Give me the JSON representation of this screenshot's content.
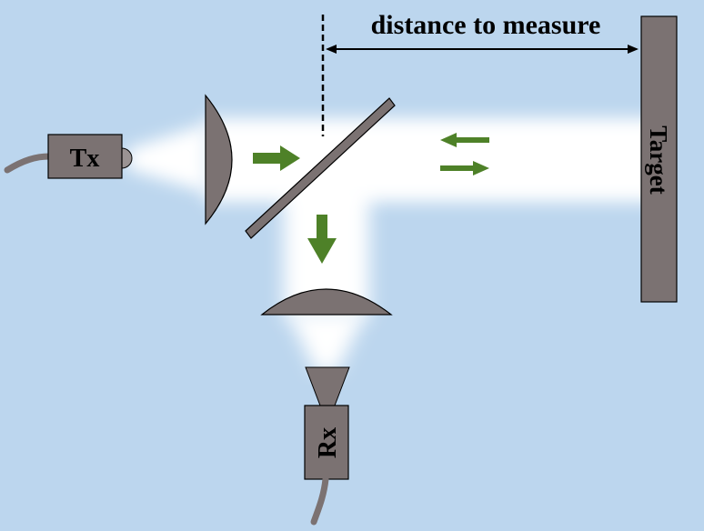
{
  "labels": {
    "distance": "distance to measure",
    "transmitter": "Tx",
    "receiver": "Rx",
    "target": "Target"
  },
  "colors": {
    "background": "#bcd6ee",
    "beam": "#ffffff",
    "component": "#7b7272",
    "arrow": "#4e8128",
    "outline": "#000000"
  }
}
